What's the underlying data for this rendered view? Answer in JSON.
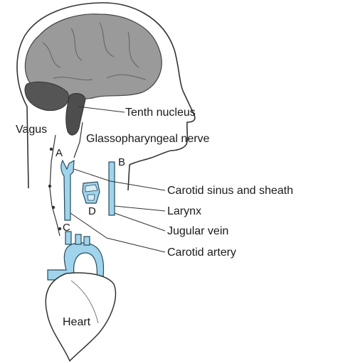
{
  "labels": {
    "tenth_nucleus": "Tenth nucleus",
    "vagus": "Vagus",
    "glossopharyngeal": "Glassopharyngeal nerve",
    "carotid_sinus": "Carotid sinus and sheath",
    "larynx": "Larynx",
    "jugular_vein": "Jugular vein",
    "carotid_artery": "Carotid artery",
    "heart": "Heart"
  },
  "markers": {
    "a": "A",
    "b": "B",
    "c": "C",
    "d": "D"
  },
  "colors": {
    "vessel_fill": "#9fd4ec",
    "vessel_stroke": "#2a4a5a",
    "brain_fill": "#9a9a9a",
    "cerebellum_fill": "#555555",
    "outline": "#333333"
  }
}
